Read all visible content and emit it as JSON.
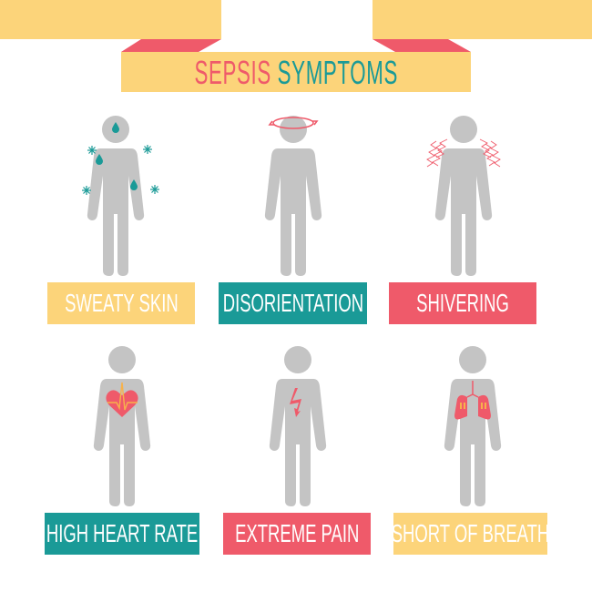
{
  "colors": {
    "yellow": "#FCD47A",
    "red": "#EF5A6A",
    "teal": "#1A9A97",
    "figure_gray": "#C4C4C4",
    "sweat_teal": "#1A9A97",
    "heart_orange": "#F7B24B"
  },
  "header": {
    "title_word1": "SEPSIS",
    "title_word2": "SYMPTOMS"
  },
  "symptoms": [
    {
      "label": "SWEATY SKIN",
      "icon": "sweat-drops-icon",
      "color": "yellow"
    },
    {
      "label": "DISORIENTATION",
      "icon": "dizzy-ring-icon",
      "color": "teal"
    },
    {
      "label": "SHIVERING",
      "icon": "shivering-lines-icon",
      "color": "red"
    },
    {
      "label": "HIGH HEART RATE",
      "icon": "heart-pulse-icon",
      "color": "teal"
    },
    {
      "label": "EXTREME PAIN",
      "icon": "lightning-bolt-icon",
      "color": "red"
    },
    {
      "label": "SHORT OF BREATH",
      "icon": "lungs-icon",
      "color": "yellow"
    }
  ]
}
